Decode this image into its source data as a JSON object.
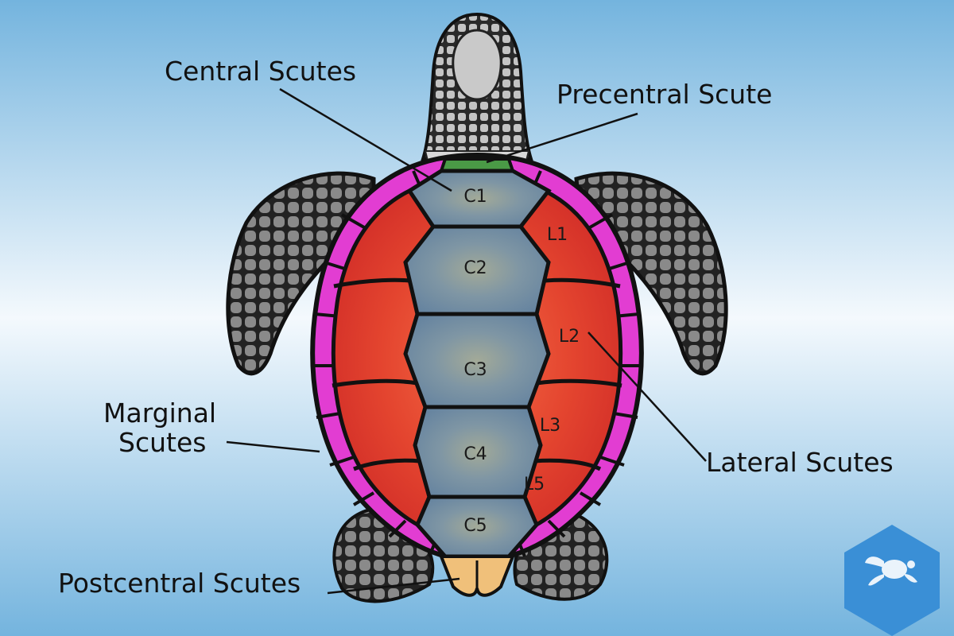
{
  "labels": {
    "central": "Central Scutes",
    "precentral": "Precentral Scute",
    "marginal_line1": "Marginal",
    "marginal_line2": "Scutes",
    "lateral": "Lateral Scutes",
    "postcentral": "Postcentral Scutes"
  },
  "scutes": {
    "central": [
      "C1",
      "C2",
      "C3",
      "C4",
      "C5"
    ],
    "lateral": [
      "L1",
      "L2",
      "L3",
      "L5"
    ]
  },
  "logo": {
    "icon": "sea-turtle-icon"
  },
  "colors": {
    "sky_top": "#74b4de",
    "sky_mid": "#f4f9fd",
    "sky_bottom": "#74b4de",
    "marginal": "#e23dd2",
    "lateral": "#d8332d",
    "lateral_center": "#f0553a",
    "central": "#6f8aa0",
    "central_center": "#8fa09c",
    "precentral": "#4a9a46",
    "postcentral": "#f0c07a",
    "flipper": "#8a8a8a",
    "head": "#bfbfbf",
    "logo": "#3a8fd6"
  }
}
